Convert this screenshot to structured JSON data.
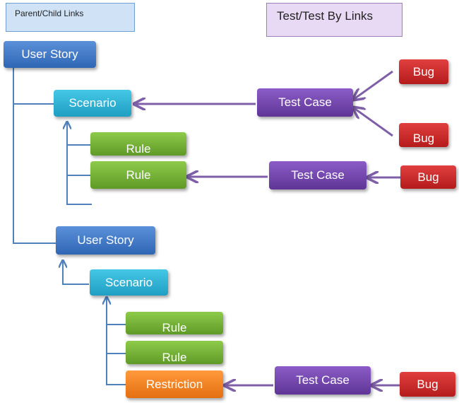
{
  "legend": {
    "parent_child": "Parent/Child Links",
    "test_by": "Test/Test By Links"
  },
  "nodes": {
    "user_story_1": "User Story",
    "scenario_1": "Scenario",
    "rule_1a": "Rule",
    "rule_1b": "Rule",
    "test_case_1": "Test Case",
    "bug_1a": "Bug",
    "bug_1b": "Bug",
    "test_case_2": "Test Case",
    "bug_2": "Bug",
    "user_story_2": "User Story",
    "scenario_2": "Scenario",
    "rule_2a": "Rule",
    "rule_2b": "Rule",
    "restriction": "Restriction",
    "test_case_3": "Test Case",
    "bug_3": "Bug"
  },
  "colors": {
    "parent_link": "#4f81bd",
    "test_link": "#7f60a8"
  }
}
